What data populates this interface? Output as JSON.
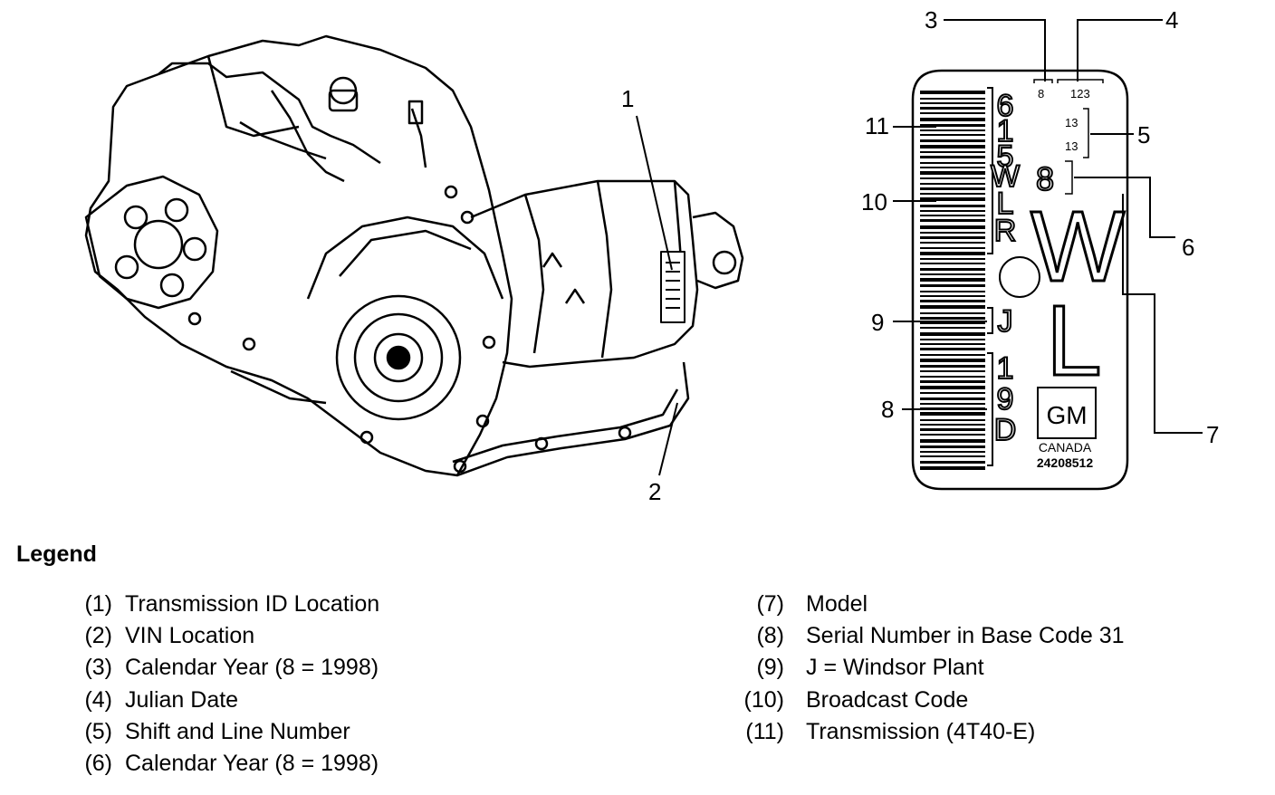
{
  "callouts": {
    "c1": "1",
    "c2": "2",
    "c3": "3",
    "c4": "4",
    "c5": "5",
    "c6": "6",
    "c7": "7",
    "c8": "8",
    "c9": "9",
    "c10": "10",
    "c11": "11"
  },
  "label_tag": {
    "code_calendar_year_top": "8",
    "code_julian_date": "123",
    "code_shift": "13",
    "code_line": "13",
    "code_calendar_year_box": "8",
    "transmission_code": "615",
    "broadcast_code": "WLR",
    "plant_code": "J",
    "serial_code": "19D",
    "model_code": "WL",
    "brand": "GM",
    "country": "CANADA",
    "part_number": "24208512"
  },
  "legend": {
    "title": "Legend",
    "left_items": [
      {
        "num": "(1)",
        "text": "Transmission ID Location"
      },
      {
        "num": "(2)",
        "text": "VIN Location"
      },
      {
        "num": "(3)",
        "text": "Calendar Year (8 = 1998)"
      },
      {
        "num": "(4)",
        "text": "Julian Date"
      },
      {
        "num": "(5)",
        "text": "Shift and Line Number"
      },
      {
        "num": "(6)",
        "text": "Calendar Year (8 = 1998)"
      }
    ],
    "right_items": [
      {
        "num": "(7)",
        "text": "Model"
      },
      {
        "num": "(8)",
        "text": "Serial Number in Base Code 31"
      },
      {
        "num": "(9)",
        "text": "J = Windsor Plant"
      },
      {
        "num": "(10)",
        "text": "Broadcast Code"
      },
      {
        "num": "(11)",
        "text": "Transmission (4T40-E)"
      }
    ]
  }
}
